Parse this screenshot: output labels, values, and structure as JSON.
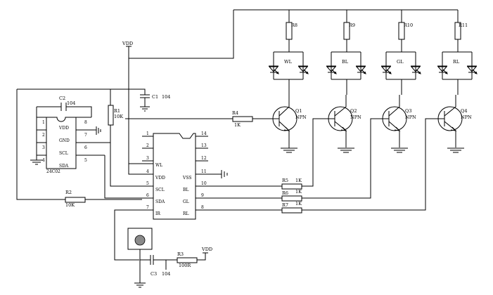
{
  "supply": {
    "vdd_top": "VDD",
    "vdd_bottom": "VDD"
  },
  "eeprom": {
    "name": "24C02",
    "pins_left": [
      "1",
      "2",
      "3",
      "4"
    ],
    "pins_right": [
      "8",
      "7",
      "6",
      "5"
    ],
    "pin_names": [
      "VDD",
      "GND",
      "SCL",
      "SDA"
    ]
  },
  "capacitors": {
    "c1": {
      "ref": "C1",
      "value": "104"
    },
    "c2": {
      "ref": "C2",
      "value": "104"
    },
    "c3": {
      "ref": "C3",
      "value": "104"
    }
  },
  "resistors": {
    "r1": {
      "ref": "R1",
      "value": "10K"
    },
    "r2": {
      "ref": "R2",
      "value": "10K"
    },
    "r3": {
      "ref": "R3",
      "value": "100R"
    },
    "r4": {
      "ref": "R4",
      "value": "1K"
    },
    "r5": {
      "ref": "R5",
      "value": "1K"
    },
    "r6": {
      "ref": "R6",
      "value": "1K"
    },
    "r7": {
      "ref": "R7",
      "value": "1K"
    },
    "r8": {
      "ref": "R8"
    },
    "r9": {
      "ref": "R9"
    },
    "r10": {
      "ref": "R10"
    },
    "r11": {
      "ref": "R11"
    }
  },
  "led_groups": [
    "WL",
    "BL",
    "GL",
    "RL"
  ],
  "transistors": [
    {
      "ref": "Q1",
      "type": "NPN"
    },
    {
      "ref": "Q2",
      "type": "NPN"
    },
    {
      "ref": "Q3",
      "type": "NPN"
    },
    {
      "ref": "Q4",
      "type": "NPN"
    }
  ],
  "mcu": {
    "left_pins": [
      "1",
      "2",
      "3",
      "4",
      "5",
      "6",
      "7"
    ],
    "right_pins": [
      "14",
      "13",
      "12",
      "11",
      "10",
      "9",
      "8"
    ],
    "left_names": [
      "WL",
      "VDD",
      "SCL",
      "SDA",
      "IR"
    ],
    "right_names": [
      "VSS",
      "BL",
      "GL",
      "RL"
    ]
  }
}
